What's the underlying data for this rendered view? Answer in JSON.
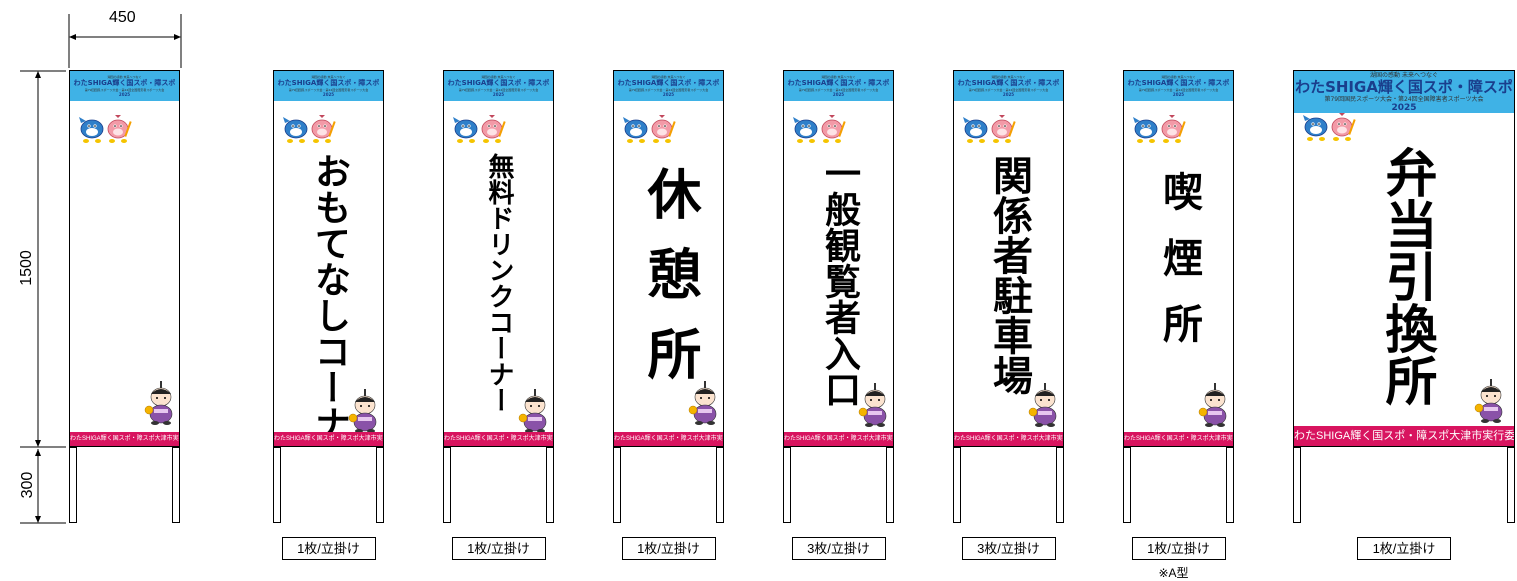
{
  "dimensions": {
    "width": "450",
    "height": "1500",
    "leg_height": "300"
  },
  "banner": {
    "small_top": "湖国の感動 未来へつなぐ",
    "logo": "わたSHIGA輝く国スポ・障スポ",
    "small_bottom": "第79回国民スポーツ大会・第24回全国障害者スポーツ大会",
    "year": "2025"
  },
  "footer": "わたSHIGA輝く国スポ・障スポ大津市実行委員会",
  "signs": [
    {
      "text": "",
      "caption": "",
      "note": ""
    },
    {
      "text": "おもてなしコーナー",
      "caption": "1枚/立掛け",
      "note": ""
    },
    {
      "text": "無料ドリンクコーナー",
      "caption": "1枚/立掛け",
      "note": ""
    },
    {
      "text": "休憩所",
      "caption": "1枚/立掛け",
      "note": ""
    },
    {
      "text": "一般観覧者入口",
      "caption": "3枚/立掛け",
      "note": ""
    },
    {
      "text": "関係者駐車場",
      "caption": "3枚/立掛け",
      "note": ""
    },
    {
      "text": "喫煙所",
      "caption": "1枚/立掛け",
      "note": "※A型"
    },
    {
      "text": "弁当引換所",
      "caption": "1枚/立掛け",
      "note": ""
    }
  ],
  "colors": {
    "banner": "#3fb2e6",
    "footer": "#d8145f",
    "brand_blue": "#1a3e8c"
  },
  "icons": [
    "mascot-blue-fish-icon",
    "mascot-pink-fish-icon",
    "samurai-character-icon"
  ]
}
